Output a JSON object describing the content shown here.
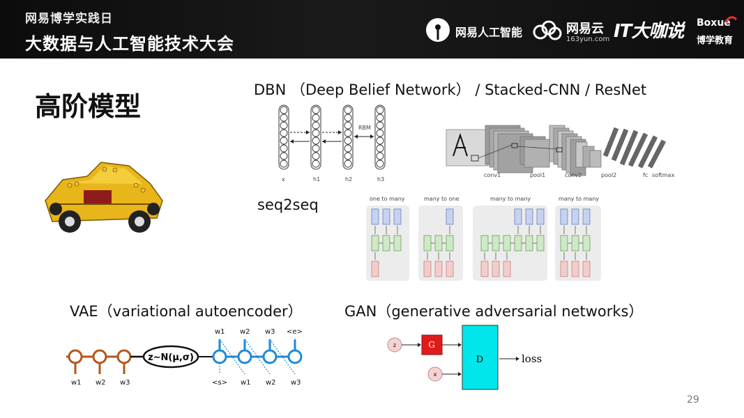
{
  "header": {
    "line1": "网易博学实践日",
    "line2": "大数据与人工智能技术大会",
    "logos": {
      "ai": "网易人工智能",
      "cloud": "网易云",
      "cloud_sub": "163yun.com",
      "it": "IT大咖说",
      "boxue": "Boxue",
      "boxue_cn": "博学教育"
    }
  },
  "slide": {
    "title": "高阶模型",
    "dbn_caption": "DBN （Deep Belief Network） / Stacked-CNN / ResNet",
    "seq_caption": "seq2seq",
    "vae_caption": "VAE（variational autoencoder）",
    "gan_caption": "GAN（generative adversarial networks）",
    "page_number": "29"
  },
  "dbn_diagram": {
    "rbm": "RBM",
    "layers": [
      "x",
      "h1",
      "h2",
      "h3"
    ]
  },
  "cnn_diagram": {
    "labels": [
      "conv1",
      "pool1",
      "conv2",
      "pool2",
      "fc",
      "softmax"
    ]
  },
  "seq_diagram": {
    "panels": [
      "one to many",
      "many to one",
      "many to many",
      "many to many"
    ]
  },
  "vae_diagram": {
    "latent": "z~N(μ,σ)",
    "inputs": [
      "w1",
      "w2",
      "w3"
    ],
    "outputs_top": [
      "w1",
      "w2",
      "w3",
      "<e>"
    ],
    "outputs_bottom": [
      "<s>",
      "w1",
      "w2",
      "w3"
    ]
  },
  "gan_diagram": {
    "z": "z",
    "x": "x",
    "g": "G",
    "d": "D",
    "loss": "loss"
  },
  "colors": {
    "encoder": "#b5561b",
    "decoder": "#1f8ad6",
    "gan_g": "#e01b1b",
    "gan_d": "#00e6ea",
    "seq_blue": "#c5d3f0",
    "seq_green": "#cfe8c6",
    "seq_red": "#f3cccc"
  },
  "icons": [
    "lego-car-image",
    "ai-logo-icon",
    "cloud-logo-icon",
    "boxue-logo-icon"
  ]
}
